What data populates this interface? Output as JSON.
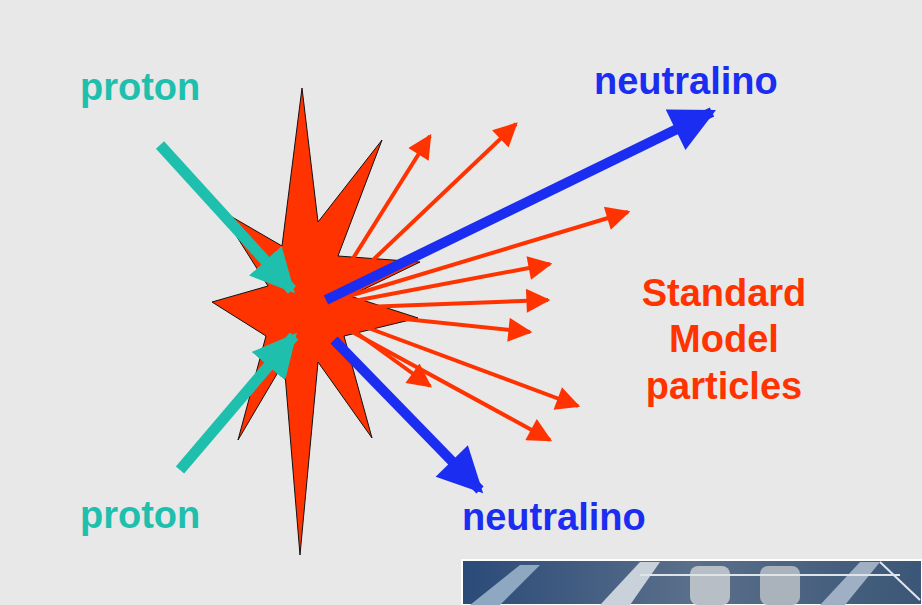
{
  "diagram": {
    "labels": [
      "proton",
      "neutralino",
      "Standard Model particles",
      "proton",
      "neutralino"
    ]
  }
}
